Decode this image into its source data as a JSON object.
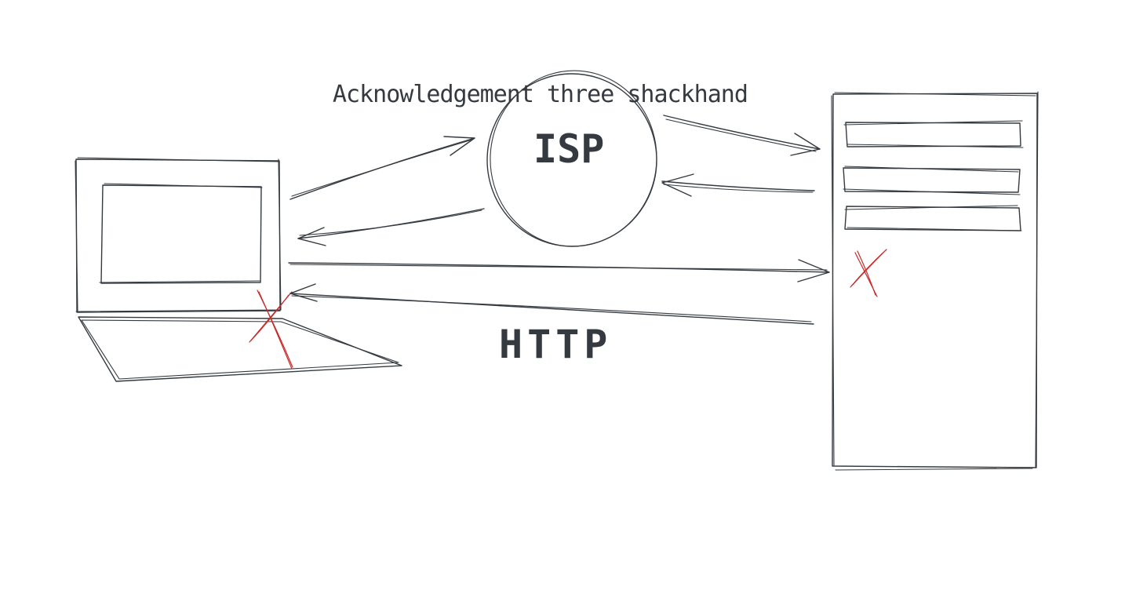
{
  "diagram": {
    "title": "Acknowledgement three shackhand",
    "nodes": [
      {
        "id": "client",
        "kind": "laptop",
        "label": ""
      },
      {
        "id": "isp",
        "kind": "circle",
        "label": "ISP"
      },
      {
        "id": "server",
        "kind": "server",
        "label": ""
      }
    ],
    "edges": [
      {
        "from": "client",
        "to": "isp",
        "label": ""
      },
      {
        "from": "isp",
        "to": "client",
        "label": ""
      },
      {
        "from": "isp",
        "to": "server",
        "label": ""
      },
      {
        "from": "server",
        "to": "isp",
        "label": ""
      },
      {
        "from": "client",
        "to": "server",
        "label": ""
      },
      {
        "from": "server",
        "to": "client",
        "label": "HTTP"
      }
    ],
    "protocol_label": "HTTP",
    "colors": {
      "stroke": "#343a40",
      "cross": "#c92a2a",
      "background": "#ffffff"
    },
    "icons": [
      "laptop-icon",
      "globe-circle",
      "server-rack-icon",
      "red-cross-mark"
    ]
  }
}
